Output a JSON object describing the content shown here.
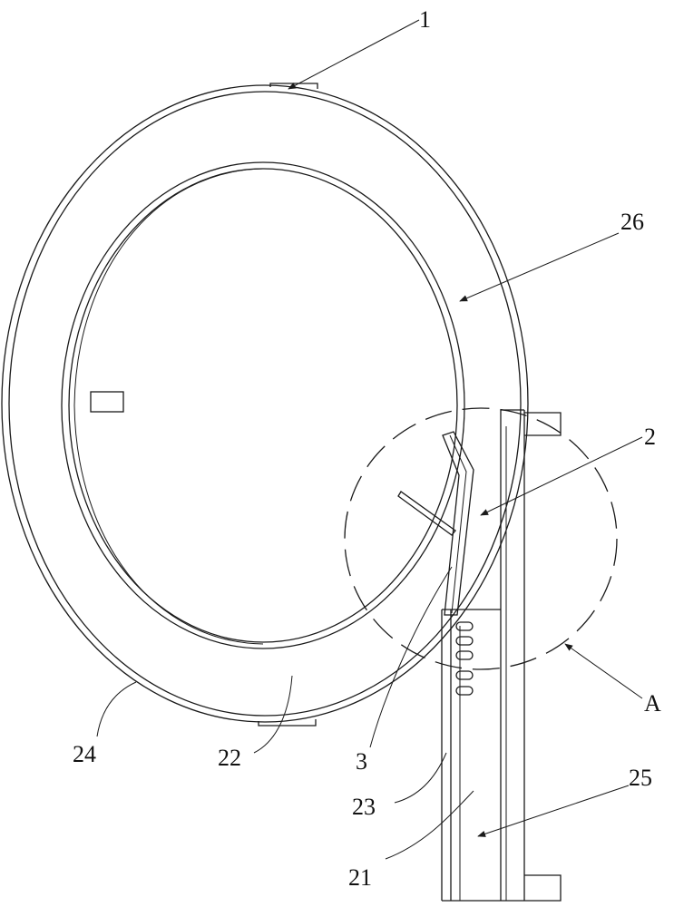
{
  "labels": {
    "l1": "1",
    "l26": "26",
    "l2": "2",
    "lA": "A",
    "l24": "24",
    "l22": "22",
    "l3": "3",
    "l23": "23",
    "l25": "25",
    "l21": "21"
  },
  "colors": {
    "line": "#1a1a1a",
    "background": "#ffffff"
  }
}
